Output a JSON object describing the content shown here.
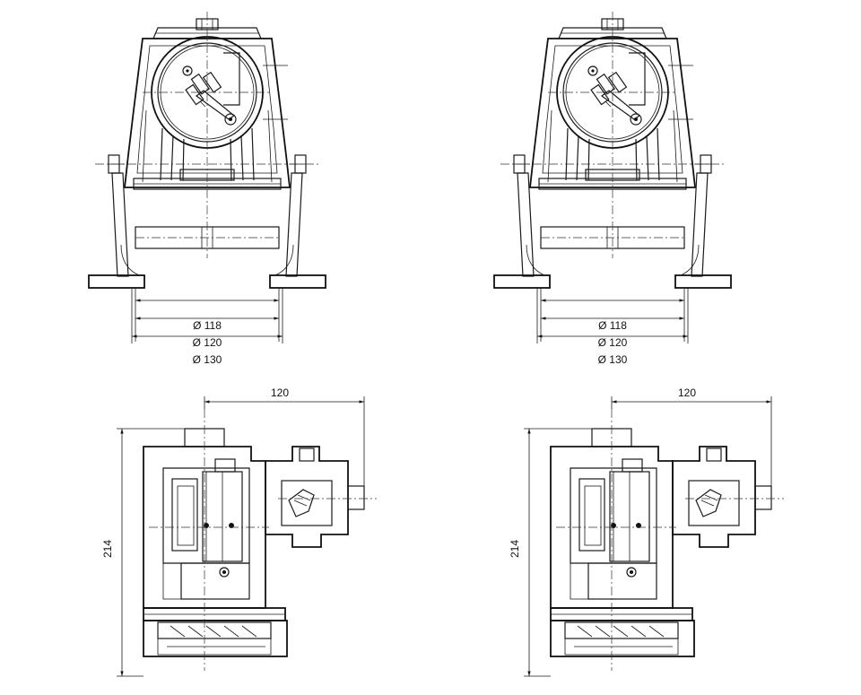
{
  "views": [
    {
      "id": "front-left",
      "dimensions": [
        "Ø 118",
        "Ø 120",
        "Ø 130"
      ]
    },
    {
      "id": "front-right",
      "dimensions": [
        "Ø 118",
        "Ø 120",
        "Ø 130"
      ]
    },
    {
      "id": "section-left",
      "width_label": "120",
      "height_label": "214"
    },
    {
      "id": "section-right",
      "width_label": "120",
      "height_label": "214"
    }
  ]
}
